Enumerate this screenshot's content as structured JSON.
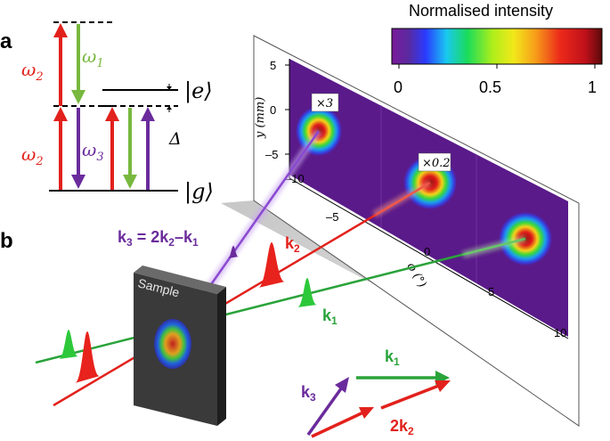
{
  "panel_a": {
    "label": "a",
    "omega2_top": "ω",
    "omega2_top_sub": "2",
    "omega1": "ω",
    "omega1_sub": "1",
    "omega2_bottom": "ω",
    "omega2_bottom_sub": "2",
    "omega3": "ω",
    "omega3_sub": "3",
    "state_e": "|e⟩",
    "state_g": "|g⟩",
    "delta": "Δ"
  },
  "panel_b": {
    "label": "b",
    "sample": "Sample",
    "k3_eq_k3": "k",
    "k3_eq_sub3": "3",
    "k3_eq_mid": " = 2k",
    "k3_eq_sub2": "2",
    "k3_eq_end": "–k",
    "k3_eq_sub1": "1",
    "k2": "k",
    "k2_sub": "2",
    "k1": "k",
    "k1_sub": "1"
  },
  "screen": {
    "y_label": "y (mm)",
    "x_label": "ϕ (°)",
    "y_ticks": [
      "5",
      "0",
      "–5",
      "–10"
    ],
    "x_ticks": [
      "–5",
      "0",
      "5",
      "10"
    ],
    "scale_left": "×3",
    "scale_mid": "×0.2"
  },
  "colorbar": {
    "title": "Normalised intensity",
    "ticks": [
      "0",
      "0.5",
      "1"
    ]
  },
  "phase_matching": {
    "k3": "k",
    "k3_sub": "3",
    "k1": "k",
    "k1_sub": "1",
    "two_k2": "2k",
    "two_k2_sub": "2"
  },
  "colors": {
    "red": "#e2211c",
    "green": "#2aa33a",
    "purple": "#6a2b9c",
    "plot_bg": "#5a1a8a"
  }
}
